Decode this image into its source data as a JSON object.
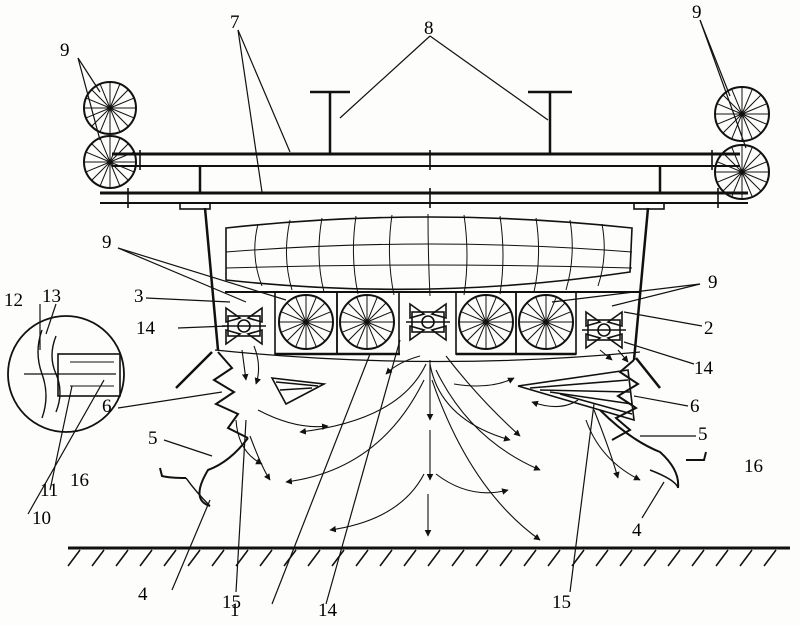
{
  "callouts": {
    "l1": "1",
    "l2": "2",
    "l3": "3",
    "l4a": "4",
    "l4b": "4",
    "l5a": "5",
    "l5b": "5",
    "l6a": "6",
    "l6b": "6",
    "l7": "7",
    "l8": "8",
    "l9a": "9",
    "l9b": "9",
    "l9c": "9",
    "l9d": "9",
    "l10": "10",
    "l11": "11",
    "l12": "12",
    "l13": "13",
    "l14a": "14",
    "l14b": "14",
    "l14c": "14",
    "l15a": "15",
    "l15b": "15",
    "l16a": "16",
    "l16b": "16"
  },
  "colors": {
    "ink": "#111111",
    "paper": "#fdfdfb"
  }
}
